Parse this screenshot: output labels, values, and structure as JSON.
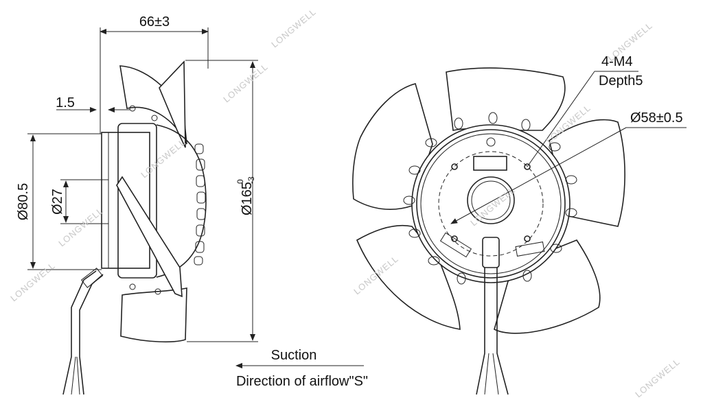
{
  "dimensions": {
    "width": "66±3",
    "blade_offset": "1.5",
    "hub_diameter": "Ø80.5",
    "shaft_diameter": "Ø27",
    "fan_diameter_base": "Ø165",
    "fan_diameter_sup": "0",
    "fan_diameter_sub": "-3",
    "mount_holes": "4-M4",
    "mount_depth": "Depth5",
    "bolt_circle": "Ø58±0.5"
  },
  "airflow": {
    "label": "Suction",
    "caption": "Direction of airflow\"S\""
  },
  "watermark": "LONGWELL"
}
